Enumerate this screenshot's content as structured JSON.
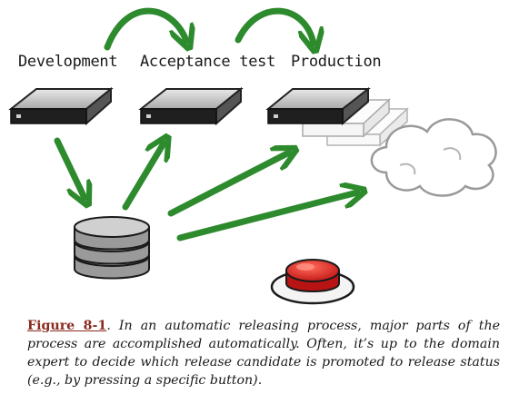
{
  "diagram": {
    "stages": [
      {
        "label": "Development"
      },
      {
        "label": "Acceptance test"
      },
      {
        "label": "Production"
      }
    ]
  },
  "caption": {
    "figure_ref": "Figure 8-1",
    "separator": ". ",
    "text": "In an automatic releasing process, major parts of the process are accomplished automatically. Often, it’s up to the domain expert to decide which release candidate is promoted to release status (e.g., by pressing a specific button)."
  },
  "colors": {
    "arrow": "#2d8a2d",
    "button_red": "#d42020",
    "figure_ref": "#8b2a1f"
  }
}
